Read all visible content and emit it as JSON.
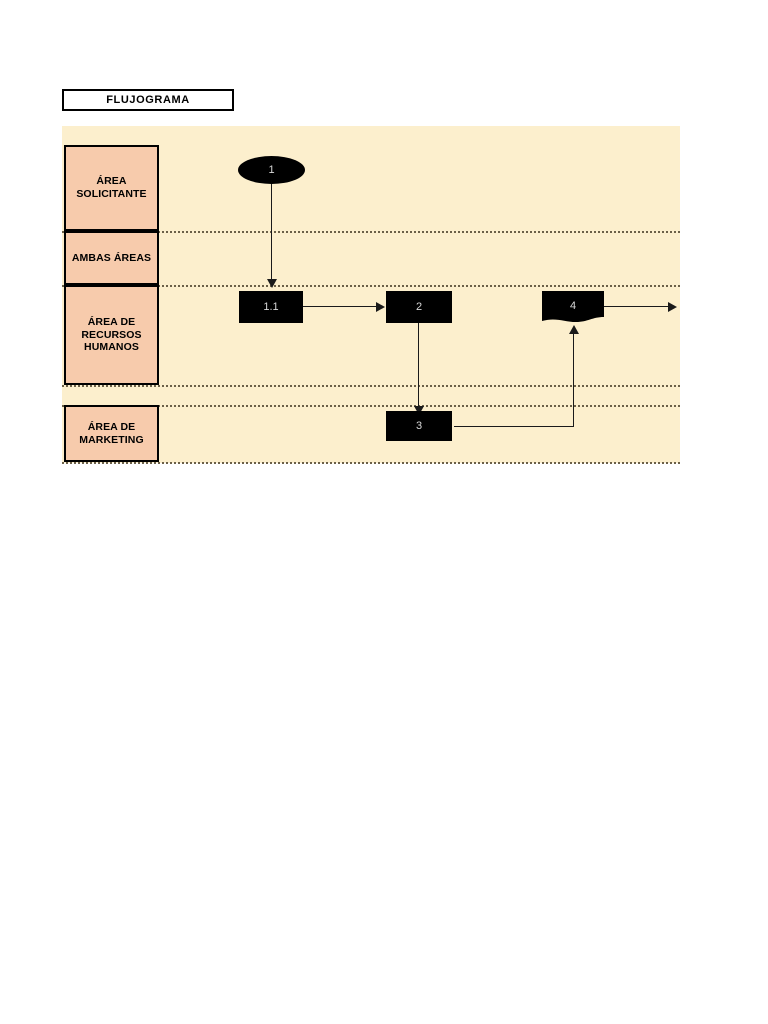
{
  "document": {
    "title_box": {
      "label": "FLUJOGRAMA"
    }
  },
  "diagram": {
    "type": "swimlane-flowchart",
    "panel_background_color": "#FCEFCD",
    "lane_label_color": "#F7CBAC",
    "shape_fill_color": "#000000",
    "shape_text_color": "#D8D8D8",
    "lanes": [
      {
        "id": "lane-1",
        "label": "ÁREA\nSOLICITANTE",
        "label_line_1": "ÁREA",
        "label_line_2": "SOLICITANTE"
      },
      {
        "id": "lane-2",
        "label": "AMBAS ÁREAS",
        "label_line_1": "AMBAS ÁREAS",
        "label_line_2": ""
      },
      {
        "id": "lane-3",
        "label": "ÁREA DE RECURSOS HUMANOS",
        "label_line_1": "ÁREA DE",
        "label_line_2": "RECURSOS",
        "label_line_3": "HUMANOS"
      },
      {
        "id": "lane-4",
        "label": "ÁREA DE MARKETING",
        "label_line_1": "ÁREA DE",
        "label_line_2": "MARKETING"
      }
    ],
    "nodes": [
      {
        "id": "node-1",
        "label": "1",
        "shape": "ellipse",
        "lane": "lane-1"
      },
      {
        "id": "node-1-1",
        "label": "1.1",
        "shape": "rectangle",
        "lane": "lane-3"
      },
      {
        "id": "node-2",
        "label": "2",
        "shape": "rectangle",
        "lane": "lane-3"
      },
      {
        "id": "node-4",
        "label": "4",
        "shape": "document",
        "lane": "lane-3"
      },
      {
        "id": "node-3",
        "label": "3",
        "shape": "rectangle",
        "lane": "lane-4"
      }
    ],
    "edges": [
      {
        "from": "node-1",
        "to": "node-1-1",
        "direction": "down"
      },
      {
        "from": "node-1-1",
        "to": "node-2",
        "direction": "right"
      },
      {
        "from": "node-2",
        "to": "node-3",
        "direction": "down"
      },
      {
        "from": "node-3",
        "to": "node-4",
        "direction": "up"
      },
      {
        "from": "node-4",
        "to": "exit",
        "direction": "right"
      }
    ]
  }
}
